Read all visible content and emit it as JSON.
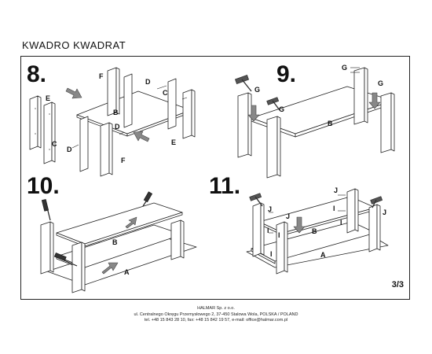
{
  "document": {
    "title": "KWADRO KWADRAT",
    "page": "3/3"
  },
  "steps": [
    {
      "number": "8.",
      "labels": [
        "E",
        "F",
        "D",
        "C",
        "B",
        "C",
        "D",
        "D",
        "E",
        "F"
      ]
    },
    {
      "number": "9.",
      "labels": [
        "G",
        "G",
        "G",
        "B"
      ]
    },
    {
      "number": "10.",
      "labels": [
        "B",
        "A"
      ]
    },
    {
      "number": "11.",
      "labels": [
        "J",
        "J",
        "J",
        "J",
        "J",
        "I",
        "I",
        "I",
        "I",
        "B",
        "A"
      ]
    }
  ],
  "footer": {
    "company": "HALMAR Sp. z o.o.",
    "address": "ul. Centralnego Okręgu Przemysłowego 2, 37-450 Stalowa Wola, POLSKA / POLAND",
    "contact": "tel. +48 15 843 28 10, fax: +48 15 842 19 57, e-mail: office@halmar.com.pl"
  }
}
